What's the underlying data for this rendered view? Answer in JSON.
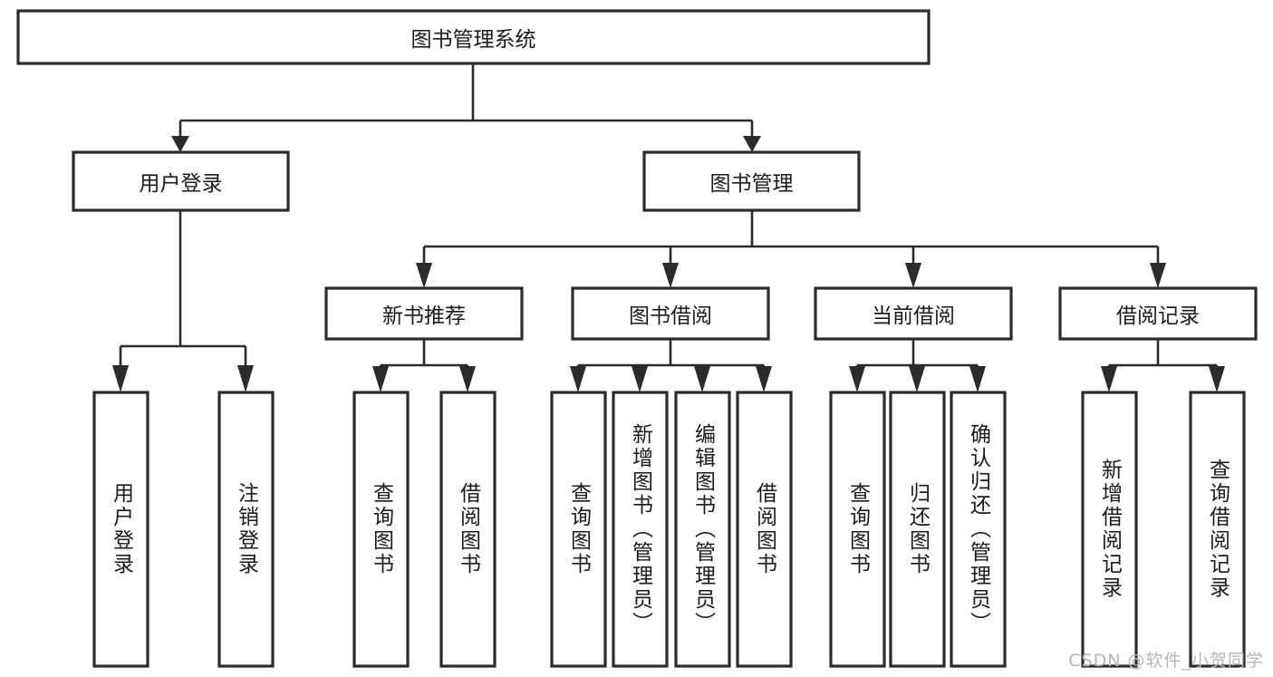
{
  "diagram": {
    "type": "tree-hierarchy",
    "title": "图书管理系统",
    "watermark": "CSDN @软件_小贺同学",
    "colors": {
      "box_stroke": "#2b2b2b",
      "box_fill": "#ffffff",
      "connector": "#2b2b2b",
      "text": "#1b1b1b",
      "watermark": "#b7b7b7",
      "background": "#ffffff"
    },
    "root": {
      "label": "图书管理系统",
      "orientation": "horizontal"
    },
    "level2": [
      {
        "id": "user-login",
        "label": "用户登录",
        "orientation": "horizontal"
      },
      {
        "id": "book-management",
        "label": "图书管理",
        "orientation": "horizontal"
      }
    ],
    "level3": [
      {
        "id": "new-book-recommend",
        "label": "新书推荐",
        "orientation": "horizontal",
        "parent": "book-management"
      },
      {
        "id": "book-borrow",
        "label": "图书借阅",
        "orientation": "horizontal",
        "parent": "book-management"
      },
      {
        "id": "current-borrow",
        "label": "当前借阅",
        "orientation": "horizontal",
        "parent": "book-management"
      },
      {
        "id": "borrow-record",
        "label": "借阅记录",
        "orientation": "horizontal",
        "parent": "book-management"
      }
    ],
    "leaves": [
      {
        "id": "leaf-user-login",
        "label": "用户登录",
        "parent": "user-login",
        "orientation": "vertical"
      },
      {
        "id": "leaf-user-logout",
        "label": "注销登录",
        "parent": "user-login",
        "orientation": "vertical"
      },
      {
        "id": "leaf-query-book-1",
        "label": "查询图书",
        "parent": "new-book-recommend",
        "orientation": "vertical"
      },
      {
        "id": "leaf-borrow-book-1",
        "label": "借阅图书",
        "parent": "new-book-recommend",
        "orientation": "vertical"
      },
      {
        "id": "leaf-query-book-2",
        "label": "查询图书",
        "parent": "book-borrow",
        "orientation": "vertical"
      },
      {
        "id": "leaf-add-book",
        "label": "新增图书（管理员）",
        "parent": "book-borrow",
        "orientation": "vertical"
      },
      {
        "id": "leaf-edit-book",
        "label": "编辑图书（管理员）",
        "parent": "book-borrow",
        "orientation": "vertical"
      },
      {
        "id": "leaf-borrow-book-2",
        "label": "借阅图书",
        "parent": "book-borrow",
        "orientation": "vertical"
      },
      {
        "id": "leaf-query-book-3",
        "label": "查询图书",
        "parent": "current-borrow",
        "orientation": "vertical"
      },
      {
        "id": "leaf-return-book",
        "label": "归还图书",
        "parent": "current-borrow",
        "orientation": "vertical"
      },
      {
        "id": "leaf-confirm-return",
        "label": "确认归还（管理员）",
        "parent": "current-borrow",
        "orientation": "vertical"
      },
      {
        "id": "leaf-add-borrow-record",
        "label": "新增借阅记录",
        "parent": "borrow-record",
        "orientation": "vertical"
      },
      {
        "id": "leaf-query-borrow-record",
        "label": "查询借阅记录",
        "parent": "borrow-record",
        "orientation": "vertical"
      }
    ]
  }
}
